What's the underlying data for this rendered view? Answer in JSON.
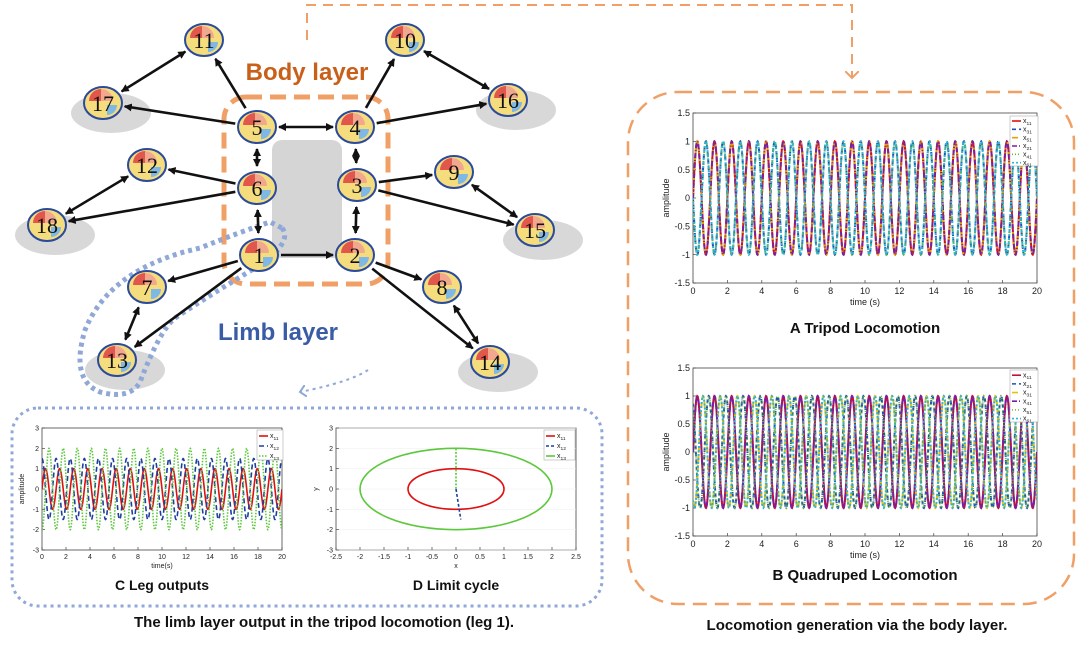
{
  "diagram": {
    "body_layer_label": "Body layer",
    "limb_layer_label": "Limb layer",
    "body_nodes": [
      {
        "id": "1",
        "label": "1"
      },
      {
        "id": "2",
        "label": "2"
      },
      {
        "id": "3",
        "label": "3"
      },
      {
        "id": "4",
        "label": "4"
      },
      {
        "id": "5",
        "label": "5"
      },
      {
        "id": "6",
        "label": "6"
      }
    ],
    "limb_nodes": [
      {
        "id": "7",
        "label": "7"
      },
      {
        "id": "8",
        "label": "8"
      },
      {
        "id": "9",
        "label": "9"
      },
      {
        "id": "10",
        "label": "10"
      },
      {
        "id": "11",
        "label": "11"
      },
      {
        "id": "12",
        "label": "12"
      },
      {
        "id": "13",
        "label": "13"
      },
      {
        "id": "14",
        "label": "14"
      },
      {
        "id": "15",
        "label": "15"
      },
      {
        "id": "16",
        "label": "16"
      },
      {
        "id": "17",
        "label": "17"
      },
      {
        "id": "18",
        "label": "18"
      }
    ],
    "edges": [
      [
        "5",
        "4",
        "both"
      ],
      [
        "5",
        "6",
        "both"
      ],
      [
        "6",
        "1",
        "both"
      ],
      [
        "1",
        "2",
        "to"
      ],
      [
        "4",
        "3",
        "both"
      ],
      [
        "3",
        "2",
        "both"
      ],
      [
        "5",
        "11",
        "to"
      ],
      [
        "4",
        "10",
        "to"
      ],
      [
        "5",
        "17",
        "to"
      ],
      [
        "4",
        "16",
        "to"
      ],
      [
        "6",
        "12",
        "to"
      ],
      [
        "6",
        "18",
        "to"
      ],
      [
        "3",
        "9",
        "to"
      ],
      [
        "3",
        "15",
        "to"
      ],
      [
        "1",
        "7",
        "to"
      ],
      [
        "1",
        "13",
        "to"
      ],
      [
        "2",
        "8",
        "to"
      ],
      [
        "2",
        "14",
        "to"
      ],
      [
        "11",
        "17",
        "both"
      ],
      [
        "10",
        "16",
        "both"
      ],
      [
        "12",
        "18",
        "both"
      ],
      [
        "9",
        "15",
        "both"
      ],
      [
        "7",
        "13",
        "both"
      ],
      [
        "8",
        "14",
        "both"
      ]
    ]
  },
  "captions": {
    "right": "Locomotion generation via the body layer.",
    "bottom_left": "The limb layer output in the tripod locomotion (leg 1)."
  },
  "chart_data": [
    {
      "id": "A",
      "panel_label": "A",
      "title": "Tripod Locomotion",
      "type": "line",
      "xlabel": "time (s)",
      "ylabel": "amplitude",
      "xlim": [
        0,
        20
      ],
      "ylim": [
        -1.5,
        1.5
      ],
      "xticks": [
        0,
        2,
        4,
        6,
        8,
        10,
        12,
        14,
        16,
        18,
        20
      ],
      "yticks": [
        -1.5,
        -1,
        -0.5,
        0,
        0.5,
        1,
        1.5
      ],
      "legend_position": "top-right",
      "series": [
        {
          "name": "x11",
          "color": "#e01010",
          "dash": "",
          "amplitude": 1,
          "frequency_hz": 1,
          "phase_rad": 0
        },
        {
          "name": "x31",
          "color": "#1f4fbf",
          "dash": "4 3",
          "amplitude": 1,
          "frequency_hz": 1,
          "phase_rad": 3.14159
        },
        {
          "name": "x51",
          "color": "#e8a000",
          "dash": "6 3",
          "amplitude": 1,
          "frequency_hz": 1,
          "phase_rad": 0
        },
        {
          "name": "x21",
          "color": "#7a1fa0",
          "dash": "5 2 1 2",
          "amplitude": 1,
          "frequency_hz": 1,
          "phase_rad": 0
        },
        {
          "name": "x41",
          "color": "#6ab43c",
          "dash": "1 2",
          "amplitude": 1,
          "frequency_hz": 1,
          "phase_rad": 3.14159
        },
        {
          "name": "x61",
          "color": "#2bb5d6",
          "dash": "2 2",
          "amplitude": 1,
          "frequency_hz": 1,
          "phase_rad": 3.14159
        }
      ]
    },
    {
      "id": "B",
      "panel_label": "B",
      "title": "Quadruped Locomotion",
      "type": "line",
      "xlabel": "time (s)",
      "ylabel": "amplitude",
      "xlim": [
        0,
        20
      ],
      "ylim": [
        -1.5,
        1.5
      ],
      "xticks": [
        0,
        2,
        4,
        6,
        8,
        10,
        12,
        14,
        16,
        18,
        20
      ],
      "yticks": [
        -1.5,
        -1,
        -0.5,
        0,
        0.5,
        1,
        1.5
      ],
      "legend_position": "top-right",
      "series": [
        {
          "name": "x11",
          "color": "#c0103a",
          "dash": "",
          "amplitude": 1,
          "frequency_hz": 1,
          "phase_rad": 0
        },
        {
          "name": "x21",
          "color": "#1f4fbf",
          "dash": "4 3",
          "amplitude": 1,
          "frequency_hz": 1,
          "phase_rad": 2.0944
        },
        {
          "name": "x31",
          "color": "#e8c000",
          "dash": "6 3",
          "amplitude": 1,
          "frequency_hz": 1,
          "phase_rad": 4.18879
        },
        {
          "name": "x41",
          "color": "#7a1fa0",
          "dash": "5 2 1 2",
          "amplitude": 1,
          "frequency_hz": 1,
          "phase_rad": 0
        },
        {
          "name": "x51",
          "color": "#6ab43c",
          "dash": "1 2",
          "amplitude": 1,
          "frequency_hz": 1,
          "phase_rad": 2.0944
        },
        {
          "name": "x61",
          "color": "#2bb5d6",
          "dash": "2 2",
          "amplitude": 1,
          "frequency_hz": 1,
          "phase_rad": 4.18879
        }
      ]
    },
    {
      "id": "C",
      "panel_label": "C",
      "title": "Leg outputs",
      "type": "line",
      "xlabel": "time(s)",
      "ylabel": "amplitude",
      "xlim": [
        0,
        20
      ],
      "ylim": [
        -3,
        3
      ],
      "xticks": [
        0,
        2,
        4,
        6,
        8,
        10,
        12,
        14,
        16,
        18,
        20
      ],
      "yticks": [
        -3,
        -2,
        -1,
        0,
        1,
        2,
        3
      ],
      "legend_position": "top-right",
      "series": [
        {
          "name": "x11",
          "color": "#e01010",
          "dash": "",
          "amplitude": 1,
          "frequency_hz": 0.85,
          "phase_rad": 0
        },
        {
          "name": "x12",
          "color": "#1f3f9f",
          "dash": "5 3",
          "amplitude": 1.5,
          "frequency_hz": 0.85,
          "phase_rad": 1.5708
        },
        {
          "name": "x13",
          "color": "#5cc83c",
          "dash": "1.5 1.5",
          "amplitude": 2,
          "frequency_hz": 0.85,
          "phase_rad": 4.71239
        }
      ]
    },
    {
      "id": "D",
      "panel_label": "D",
      "title": "Limit cycle",
      "type": "line",
      "xlabel": "x",
      "ylabel": "y",
      "xlim": [
        -2.5,
        2.5
      ],
      "ylim": [
        -3,
        3
      ],
      "xticks": [
        -2.5,
        -2,
        -1.5,
        -1,
        -0.5,
        0,
        0.5,
        1,
        1.5,
        2,
        2.5
      ],
      "yticks": [
        -3,
        -2,
        -1,
        0,
        1,
        2,
        3
      ],
      "legend_position": "top-right",
      "series": [
        {
          "name": "x11",
          "color": "#e01010",
          "dash": "",
          "ellipse": {
            "cx": 0,
            "cy": 0,
            "rx": 1,
            "ry": 1
          }
        },
        {
          "name": "x12",
          "color": "#1f3f9f",
          "dash": "3 2",
          "segment": [
            [
              0,
              0
            ],
            [
              0.1,
              -1.5
            ]
          ]
        },
        {
          "name": "x13",
          "color": "#5cc83c",
          "dash": "",
          "ellipse": {
            "cx": 0,
            "cy": 0,
            "rx": 2,
            "ry": 2
          },
          "segment": [
            [
              0,
              2
            ],
            [
              0,
              0
            ]
          ]
        }
      ]
    }
  ]
}
